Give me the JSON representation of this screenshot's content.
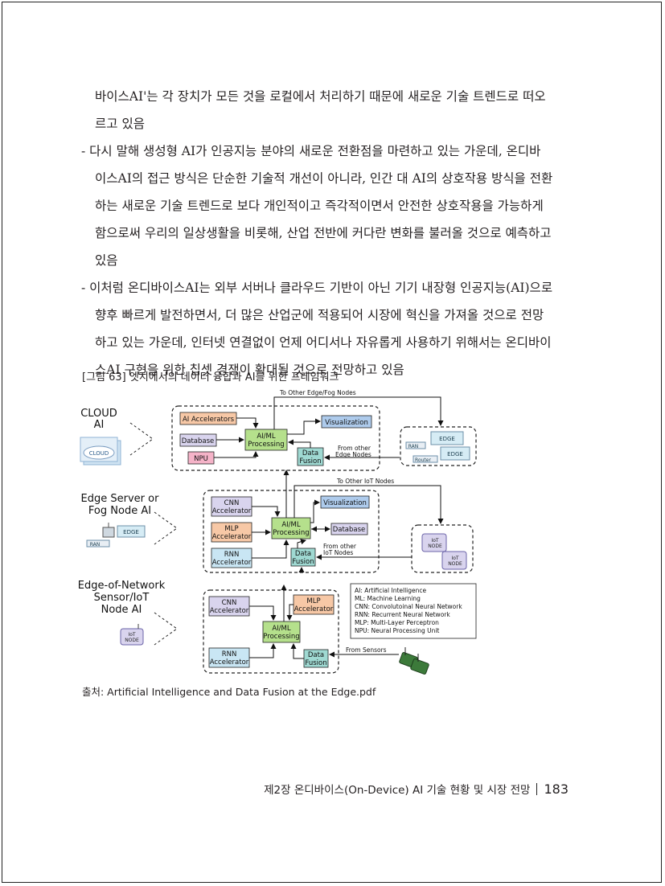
{
  "body": {
    "lines": [
      "바이스AI'는 각 장치가 모든 것을 로컬에서 처리하기 때문에 새로운 기술 트렌드로 떠오",
      "르고 있음",
      "- 다시 말해 생성형 AI가 인공지능 분야의 새로운 전환점을 마련하고 있는 가운데, 온디바",
      "이스AI의 접근 방식은 단순한 기술적 개선이 아니라, 인간 대 AI의 상호작용 방식을 전환",
      "하는 새로운 기술 트렌드로 보다 개인적이고 즉각적이면서 안전한 상호작용을 가능하게",
      "함으로써 우리의 일상생활을 비롯해, 산업 전반에 커다란 변화를 불러올 것으로 예측하고",
      "있음",
      "- 이처럼 온디바이스AI는 외부 서버나 클라우드 기반이 아닌 기기 내장형 인공지능(AI)으로",
      "향후 빠르게 발전하면서, 더 많은 산업군에 적용되어 시장에 혁신을 가져올 것으로 전망",
      "하고 있는 가운데, 인터넷 연결없이 언제 어디서나 자유롭게 사용하기 위해서는 온디바이",
      "스AI 구현을 위한 칩셋 경쟁이 확대될 것으로 전망하고 있음"
    ]
  },
  "figure": {
    "title": "[그림 63] 엣지에서의 데이터 융합과 AI를 위한 프레임워크",
    "tiers": {
      "cloud": [
        "CLOUD",
        "AI"
      ],
      "edge": [
        "Edge Server or",
        "Fog Node AI"
      ],
      "sensor": [
        "Edge-of-Network",
        "Sensor/IoT",
        "Node AI"
      ]
    },
    "blocks": {
      "ai_accel": "AI Accelerators",
      "database": "Database",
      "npu": "NPU",
      "aiml": [
        "AI/ML",
        "Processing"
      ],
      "visualization": "Visualization",
      "data_fusion": [
        "Data",
        "Fusion"
      ],
      "cnn": [
        "CNN",
        "Accelerator"
      ],
      "mlp": [
        "MLP",
        "Accelerator"
      ],
      "rnn": [
        "RNN",
        "Accelerator"
      ]
    },
    "flow_labels": {
      "to_other_edge": "To Other Edge/Fog Nodes",
      "from_other_edge": [
        "From other",
        "Edge Nodes"
      ],
      "to_other_iot": "To Other IoT Nodes",
      "from_other_iot": [
        "From other",
        "IoT Nodes"
      ],
      "from_sensors": "From Sensors"
    },
    "device_labels": {
      "cloud": "CLOUD",
      "edge": "EDGE",
      "ran": "RAN",
      "router": "Router",
      "iot": [
        "IoT",
        "NODE"
      ]
    },
    "legend": [
      "AI: Artificial Intelligence",
      "ML: Machine Learning",
      "CNN: Convolutoinal Neural Network",
      "RNN: Recurrent Neural Network",
      "MLP: Multi-Layer Perceptron",
      "NPU: Neural Processing Unit"
    ],
    "colors": {
      "orange": "#f7c8a6",
      "purple": "#d9d4ee",
      "pink": "#f5b3c8",
      "green": "#b5e08c",
      "blue": "#aecbec",
      "teal": "#9fd9d2",
      "lightblue": "#c9e6f4"
    }
  },
  "source": "출처: Artificial Intelligence and Data Fusion at the Edge.pdf",
  "footer": {
    "chapter": "제2장 온디바이스(On-Device) AI 기술 현황 및 시장 전망",
    "page": "183"
  }
}
